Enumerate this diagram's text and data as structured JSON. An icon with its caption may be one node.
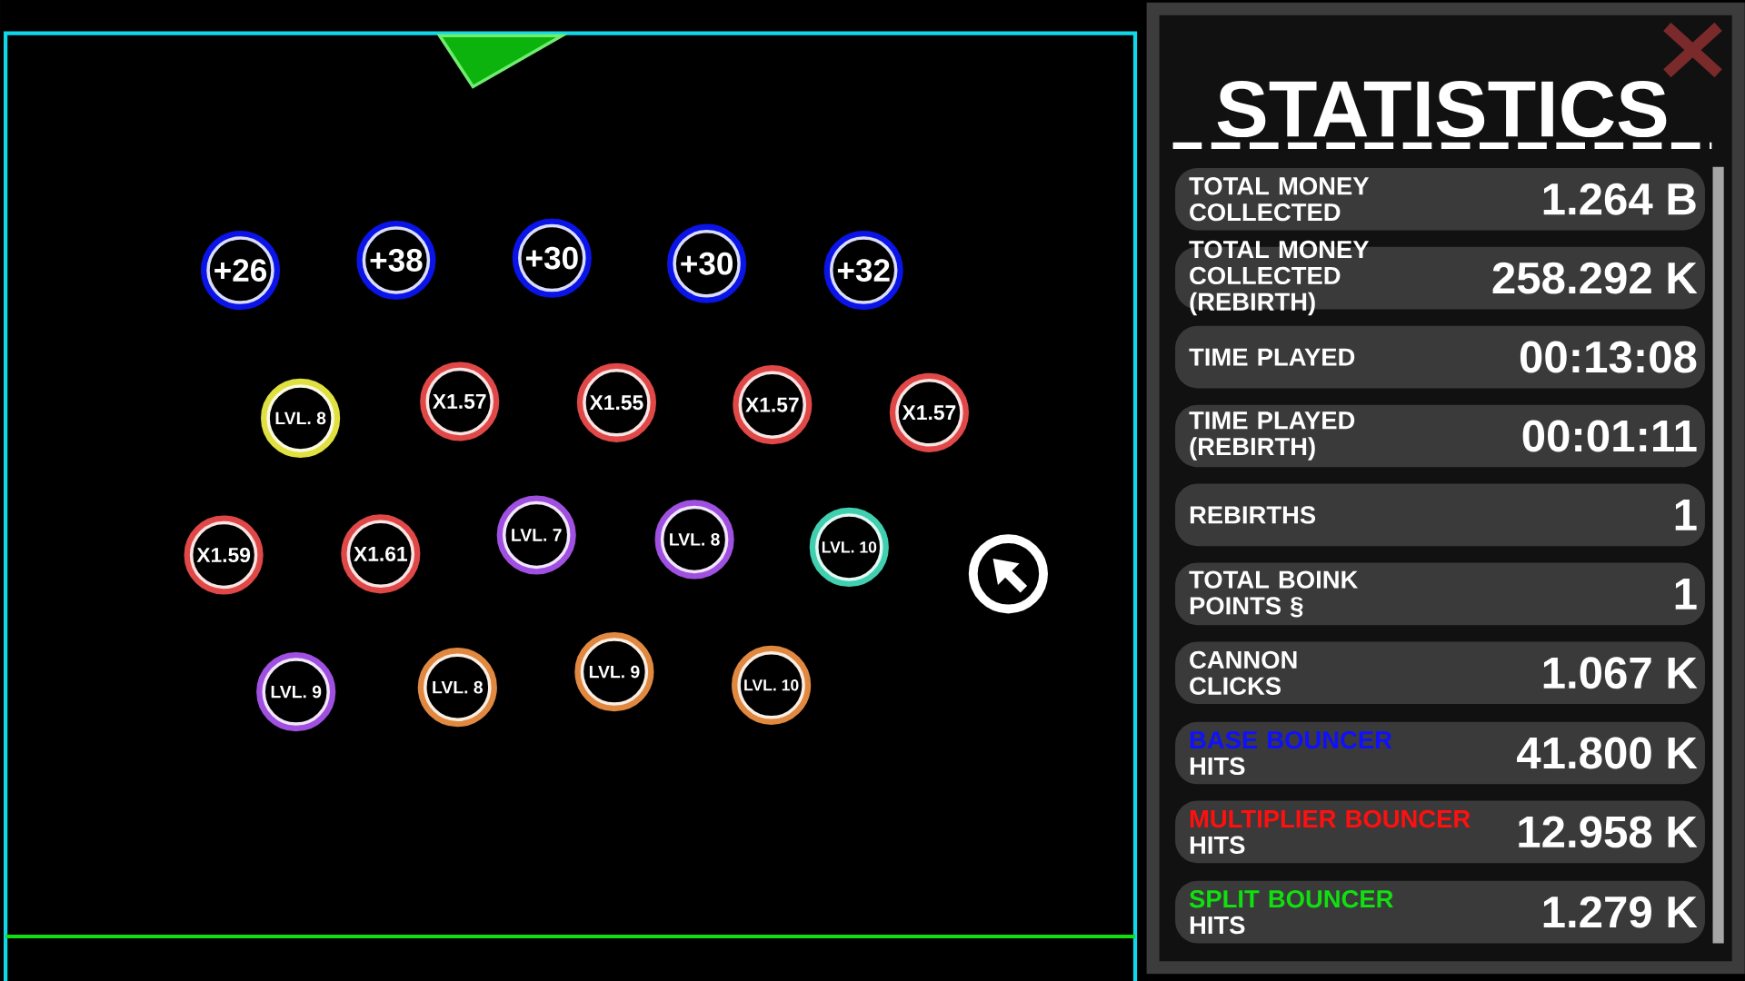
{
  "diagram": {
    "title": "STATISTICS",
    "nodes": [
      {
        "text": [
          "+26"
        ]
      },
      {
        "text": [
          "+38"
        ]
      },
      {
        "text": [
          "+30"
        ]
      },
      {
        "text": [
          "+30"
        ]
      },
      {
        "text": [
          "+32"
        ]
      },
      {
        "text": [
          "LVL. 8"
        ]
      },
      {
        "text": [
          "X1.57"
        ]
      },
      {
        "text": [
          "X1.55"
        ]
      },
      {
        "text": [
          "X1.57"
        ]
      },
      {
        "text": [
          "X1.57"
        ]
      },
      {
        "text": [
          "X1.59"
        ]
      },
      {
        "text": [
          "X1.61"
        ]
      },
      {
        "text": [
          "LVL. 7"
        ]
      },
      {
        "text": [
          "LVL. 8"
        ]
      },
      {
        "text": [
          "LVL. 10"
        ]
      },
      {
        "text": [],
        "shape": "circle"
      },
      {
        "text": [
          "LVL. 9"
        ]
      },
      {
        "text": [
          "LVL. 8"
        ]
      },
      {
        "text": [
          "LVL. 9"
        ]
      },
      {
        "text": [
          "LVL. 10"
        ]
      },
      {
        "text": [
          "TOTAL MONEY COLLECTED",
          "1.264 B"
        ]
      },
      {
        "text": [
          "TOTAL MONEY COLLECTED (REBIRTH)",
          "258.292 K"
        ]
      },
      {
        "text": [
          "TIME PLAYED",
          "00:13:08"
        ]
      },
      {
        "text": [
          "TIME PLAYED (REBIRTH)",
          "00:01:11"
        ]
      },
      {
        "text": [
          "REBIRTHS",
          "1"
        ]
      },
      {
        "text": [
          "TOTAL BOINK POINTS §",
          "1"
        ]
      },
      {
        "text": [
          "CANNON CLICKS",
          "1.067 K"
        ]
      },
      {
        "text": [
          "BASE BOUNCER",
          "HITS",
          "41.800 K"
        ]
      },
      {
        "text": [
          "MULTIPLIER BOUNCER",
          "HITS",
          "12.958 K"
        ]
      },
      {
        "text": [
          "SPLIT BOUNCER",
          "HITS",
          "1.279 K"
        ]
      }
    ]
  }
}
